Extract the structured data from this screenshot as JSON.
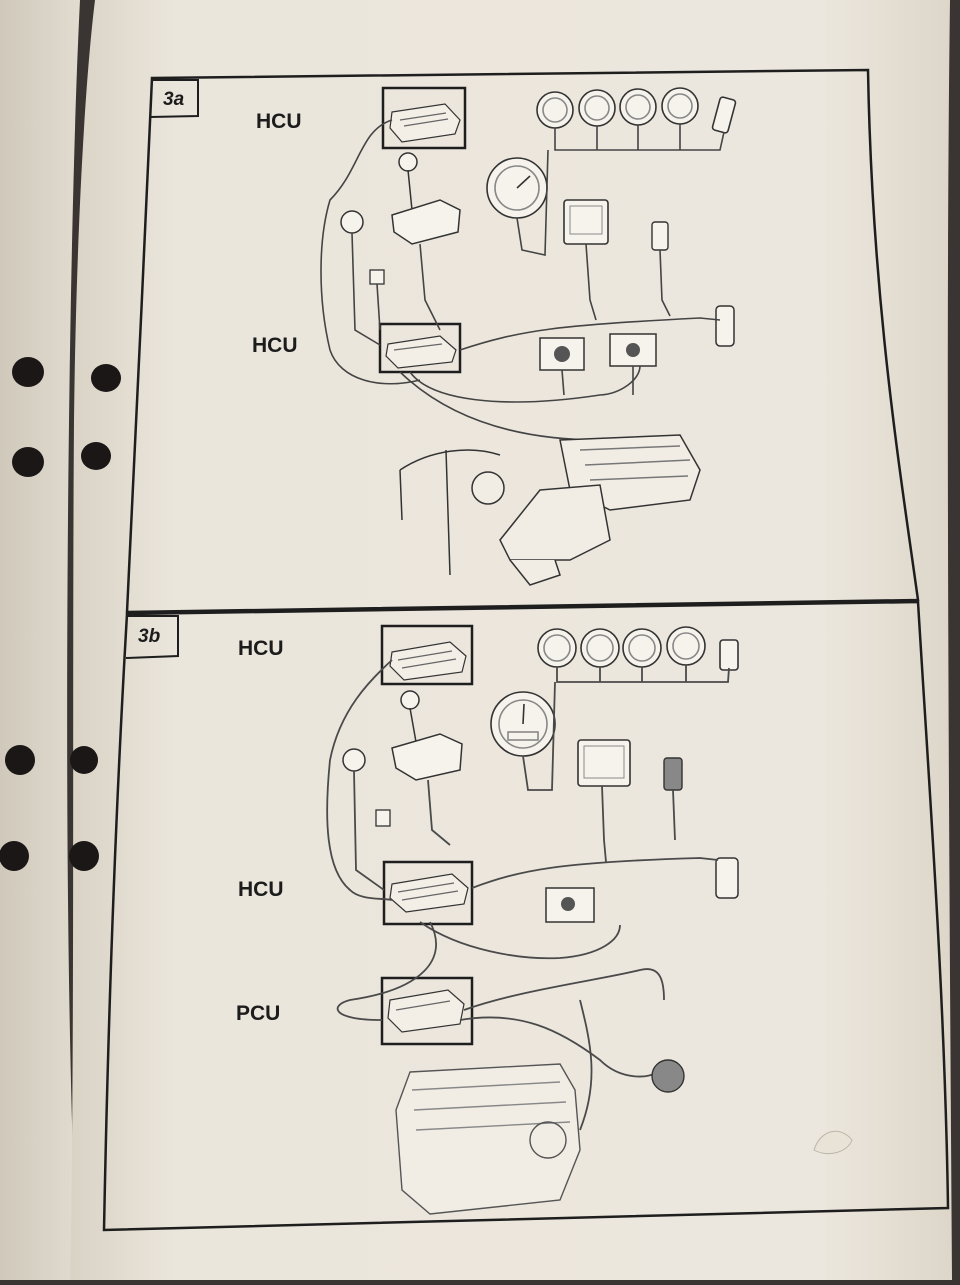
{
  "panels": [
    {
      "tag": "3a",
      "labels": {
        "top": "HCU",
        "middle": "HCU"
      }
    },
    {
      "tag": "3b",
      "labels": {
        "top": "HCU",
        "middle": "HCU",
        "bottom": "PCU"
      }
    }
  ],
  "colors": {
    "paper": "#ebe6dc",
    "paper_shadow": "#d6cfc2",
    "ink": "#222222",
    "wire": "#555555",
    "background": "#3a3532"
  }
}
